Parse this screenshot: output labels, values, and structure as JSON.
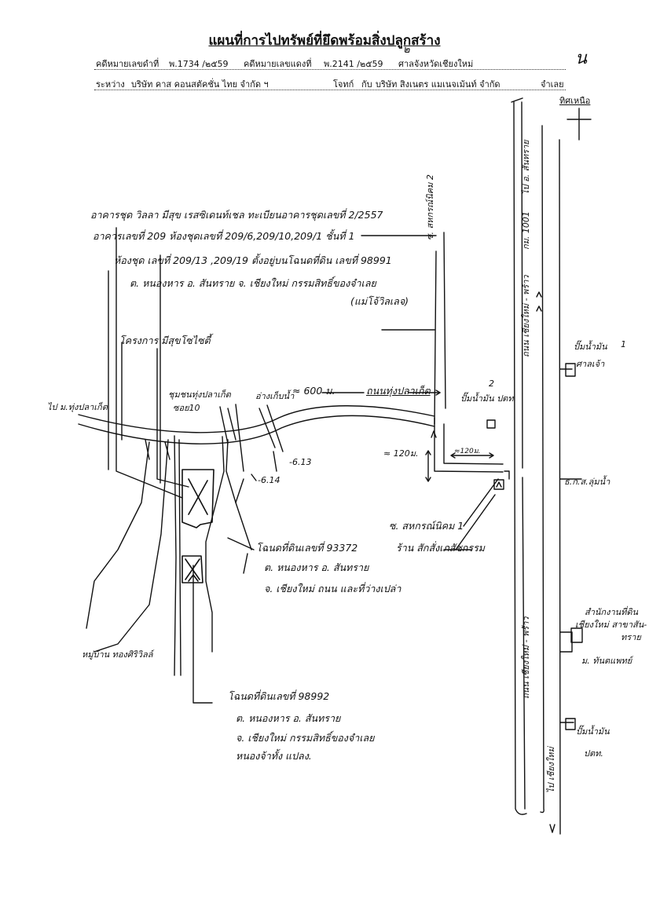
{
  "document": {
    "title": "แผนที่การไปทรัพย์ที่ยึดพร้อมสิ่งปลูกสร้าง",
    "case_black_label": "คดีหมายเลขดำที่",
    "case_black_no": "พ.1734 /๒๕59",
    "case_red_label": "คดีหมายเลขแดงที่",
    "case_red_no": "พ.2141 /๒๕59",
    "court": "ศาลจังหวัดเชียงใหม่",
    "between_label": "ระหว่าง",
    "plaintiff": "บริษัท คาส คอนสตัคชั่น ไทย จำกัด ฯ",
    "plaintiff_label": "โจทก์",
    "with_label": "กับ",
    "defendant": "บริษัท สิงเนตร แมเนจเม้นท์ จำกัด",
    "defendant_label": "จำเลย",
    "page_mark": "๒",
    "corner_mark": "น",
    "north_label": "ทิศเหนือ"
  },
  "annotations": {
    "building_line1": "อาคารชุด วิลลา มีสุข เรสซิเดนท์เชล ทะเบียนอาคารชุดเลขที่ 2/2557",
    "building_line2": "อาคารเลขที่ 209 ห้องชุดเลขที่ 209/6,209/10,209/1 ชั้นที่ 1",
    "building_line3": "ห้องชุด เลขที่ 209/13 ,209/19 ตั้งอยู่บนโฉนดที่ดิน เลขที่ 98991",
    "building_line4": "ต. หนองหาร อ. สันทราย จ. เชียงใหม่ กรรมสิทธิ์ของจำเลย",
    "building_line5": "(แม่โจ้วิลเลจ)",
    "project": "โครงการ มีสุขโซไซตี้",
    "to_village": "ไป ม.ทุ่งปลาเก็ต",
    "soi_label1": "ชุมชนทุ่งปลาเก็ต",
    "soi_label2": "ซอย10",
    "approx_600": "≈ 600 ม.",
    "road_tung": "ถนนทุ่งปลาเก็ต",
    "road_side_label": "อ่างเก็บน้ำ",
    "dist_120_v": "≈ 120ม.",
    "dist_120_h": "≈120ม.",
    "marker_613": "-6.13",
    "marker_614": "-6.14",
    "soi_sahakorn": "ซ. สหกรณ์นิคม 2",
    "gas_station_2": "ปั๊มน้ำมัน ปตท.",
    "gas_number_2": "2",
    "deed_93372_line1": "โฉนดที่ดินเลขที่ 93372",
    "deed_93372_line2": "ต. หนองหาร อ. สันทราย",
    "deed_93372_line3": "จ. เชียงใหม่ ถนน และที่ว่างเปล่า",
    "soi_sahakorn_1": "ซ. สหกรณ์นิคม 1",
    "shop_sign": "ร้าน สักสั่งเภสัชกรรม",
    "housing_estate": "หมู่บ้าน ทองศิริวิลล์",
    "deed_98992_line1": "โฉนดที่ดินเลขที่ 98992",
    "deed_98992_line2": "ต. หนองหาร อ. สันทราย",
    "deed_98992_line3": "จ. เชียงใหม่ กรรมสิทธิ์ของจำเลย",
    "deed_98992_line4": "หนองจ้าทั้ง แปลง.",
    "highway_name": "ถนน เชียงใหม่ - พร้าว",
    "highway_km": "กม. 1001",
    "to_sanpatong": "ไป อ. สันทราย",
    "gas_station_1": "ปั๊มน้ำมัน",
    "gas_number_1": "1",
    "gas_station_1_sub": "ศาลเจ้า",
    "bank_label": "ธ.ก.ส.ลุ่มน้ำ",
    "municipal_office_1": "สำนักงานที่ดิน",
    "municipal_office_2": "เชียงใหม่ สาขาสัน-",
    "municipal_office_3": "ทราย",
    "university": "ม. ทันตแพทย์",
    "gas_station_3_line1": "ปั๊มน้ำมัน",
    "gas_station_3_line2": "ปตท.",
    "to_chiangmai": "ไป เชียงใหม่"
  }
}
